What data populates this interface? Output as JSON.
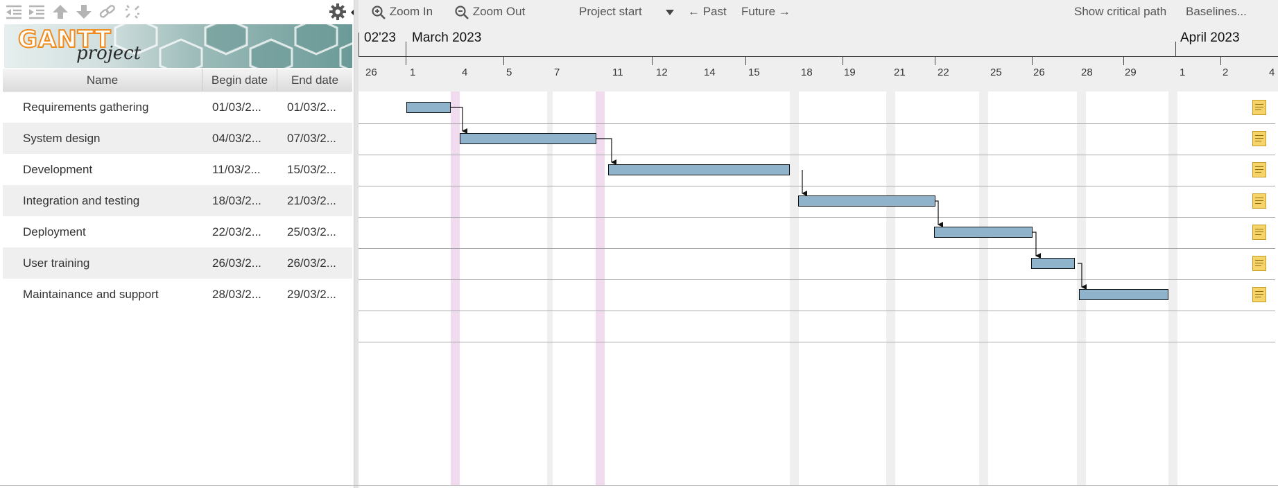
{
  "toolbar": {
    "icons": [
      "unindent-icon",
      "indent-icon",
      "move-up-icon",
      "move-down-icon",
      "link-icon",
      "unlink-icon",
      "gear-icon"
    ]
  },
  "logo": {
    "brand": "GANTT",
    "sub": "project"
  },
  "columns": {
    "name": "Name",
    "begin": "Begin date",
    "end": "End date"
  },
  "tasks": [
    {
      "name": "Requirements gathering",
      "begin": "01/03/2...",
      "end": "01/03/2..."
    },
    {
      "name": "System design",
      "begin": "04/03/2...",
      "end": "07/03/2..."
    },
    {
      "name": "Development",
      "begin": "11/03/2...",
      "end": "15/03/2..."
    },
    {
      "name": "Integration and testing",
      "begin": "18/03/2...",
      "end": "21/03/2..."
    },
    {
      "name": "Deployment",
      "begin": "22/03/2...",
      "end": "25/03/2..."
    },
    {
      "name": "User training",
      "begin": "26/03/2...",
      "end": "26/03/2..."
    },
    {
      "name": "Maintainance and support",
      "begin": "28/03/2...",
      "end": "29/03/2..."
    }
  ],
  "chart_toolbar": {
    "zoom_in": "Zoom In",
    "zoom_out": "Zoom Out",
    "project_start": "Project start",
    "past": "← Past",
    "future": "Future →",
    "critical_path": "Show critical path",
    "baselines": "Baselines..."
  },
  "timeline": {
    "months": [
      "02'23",
      "March 2023",
      "April 2023"
    ],
    "days": [
      "26",
      "1",
      "4",
      "5",
      "7",
      "11",
      "12",
      "14",
      "15",
      "18",
      "19",
      "21",
      "22",
      "25",
      "26",
      "28",
      "29",
      "1",
      "2",
      "4"
    ]
  },
  "colors": {
    "bar": "#8fb3cb",
    "weekend": "#efefef",
    "holiday": "#f1dcef",
    "note": "#f7d46a"
  }
}
